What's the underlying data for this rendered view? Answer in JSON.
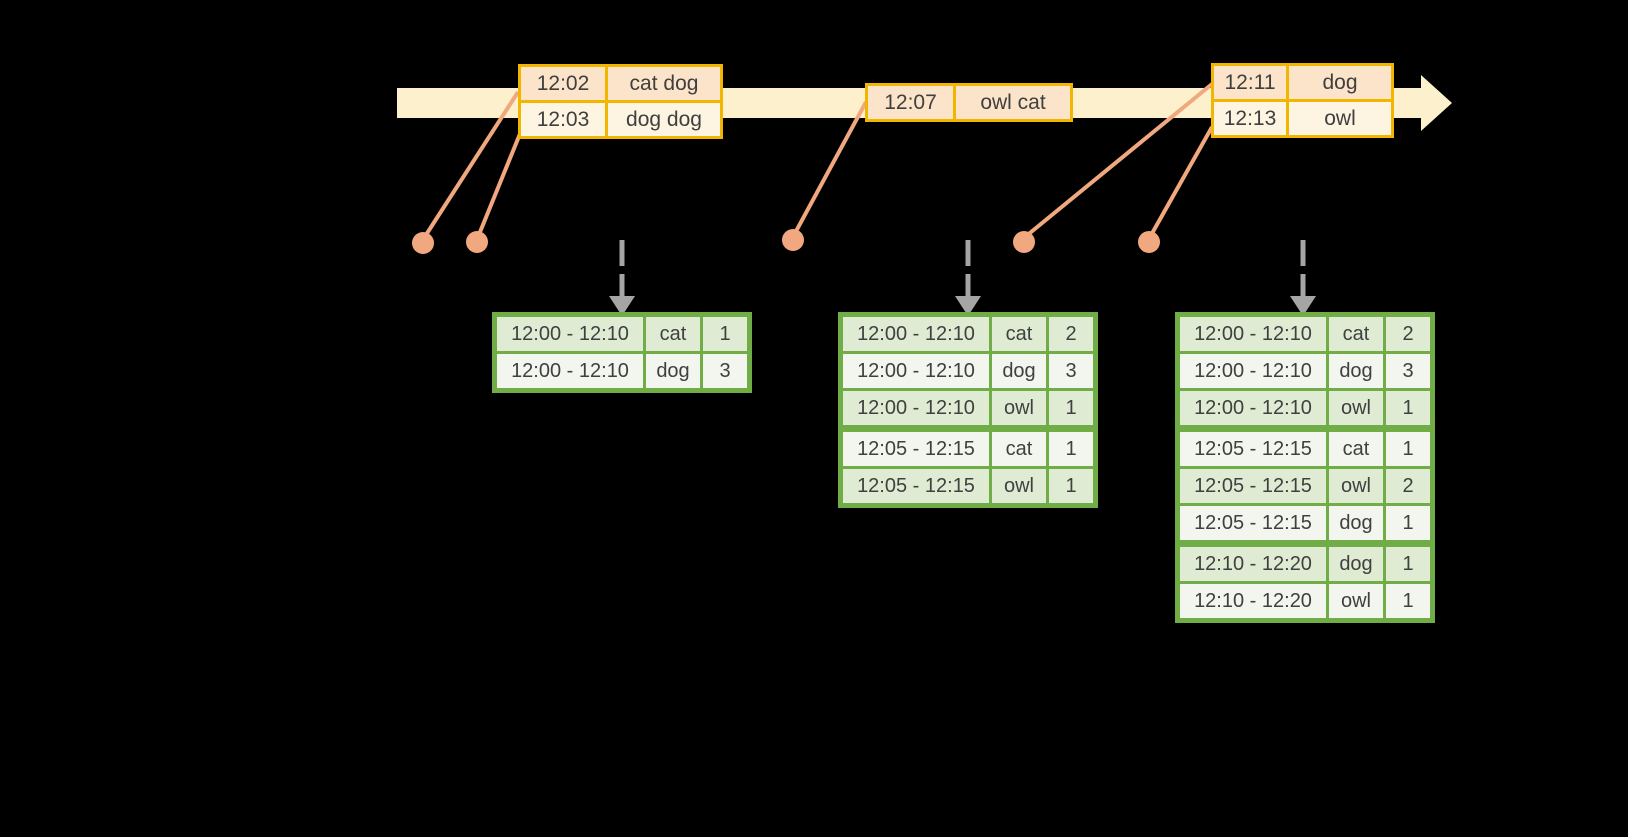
{
  "colors": {
    "background": "#000000",
    "timeline_band": "#FCF1CC",
    "event_table_border": "#F2B600",
    "event_row_peach": "#FBE4C9",
    "event_row_cream": "#FDF4E1",
    "event_marker": "#F2A87E",
    "trigger_arrow": "#A5A5A5",
    "result_table_border": "#70AD47",
    "result_row_dark": "#DFECD3",
    "result_row_light": "#F2F6EE",
    "text": "#404040"
  },
  "icons": {
    "timeline_arrowhead": "right-arrow",
    "trigger_arrow": "down-arrow",
    "event_marker": "dot"
  },
  "event_tables": [
    {
      "rows": [
        {
          "time": "12:02",
          "words": "cat dog"
        },
        {
          "time": "12:03",
          "words": "dog dog"
        }
      ]
    },
    {
      "rows": [
        {
          "time": "12:07",
          "words": "owl cat"
        }
      ]
    },
    {
      "rows": [
        {
          "time": "12:11",
          "words": "dog"
        },
        {
          "time": "12:13",
          "words": "owl"
        }
      ]
    }
  ],
  "result_tables": [
    {
      "rows": [
        {
          "window": "12:00 - 12:10",
          "word": "cat",
          "count": "1"
        },
        {
          "window": "12:00 - 12:10",
          "word": "dog",
          "count": "3"
        }
      ]
    },
    {
      "rows": [
        {
          "window": "12:00 - 12:10",
          "word": "cat",
          "count": "2"
        },
        {
          "window": "12:00 - 12:10",
          "word": "dog",
          "count": "3"
        },
        {
          "window": "12:00 - 12:10",
          "word": "owl",
          "count": "1"
        },
        {
          "window": "12:05 - 12:15",
          "word": "cat",
          "count": "1"
        },
        {
          "window": "12:05 - 12:15",
          "word": "owl",
          "count": "1"
        }
      ]
    },
    {
      "rows": [
        {
          "window": "12:00 - 12:10",
          "word": "cat",
          "count": "2"
        },
        {
          "window": "12:00 - 12:10",
          "word": "dog",
          "count": "3"
        },
        {
          "window": "12:00 - 12:10",
          "word": "owl",
          "count": "1"
        },
        {
          "window": "12:05 - 12:15",
          "word": "cat",
          "count": "1"
        },
        {
          "window": "12:05 - 12:15",
          "word": "owl",
          "count": "2"
        },
        {
          "window": "12:05 - 12:15",
          "word": "dog",
          "count": "1"
        },
        {
          "window": "12:10 - 12:20",
          "word": "dog",
          "count": "1"
        },
        {
          "window": "12:10 - 12:20",
          "word": "owl",
          "count": "1"
        }
      ]
    }
  ]
}
